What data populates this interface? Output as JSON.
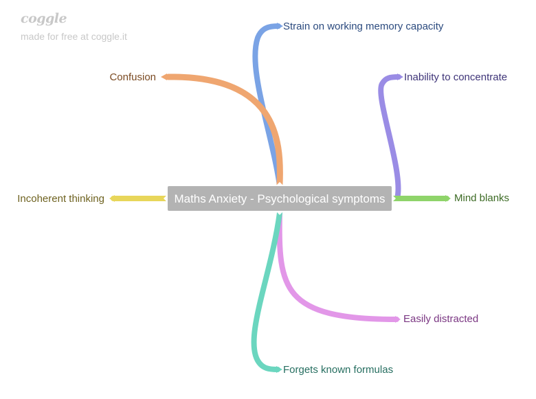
{
  "watermark": {
    "logo": "coggle",
    "tagline": "made for free at coggle.it",
    "color": "#c8c8c8"
  },
  "root": {
    "label": "Maths Anxiety - Psychological symptoms",
    "background": "#b3b3b3",
    "text_color": "#ffffff"
  },
  "branches": [
    {
      "id": "strain",
      "label": "Strain on working memory capacity",
      "color": "#7aa3e5",
      "text_color": "#2b4a7e"
    },
    {
      "id": "confusion",
      "label": "Confusion",
      "color": "#efa670",
      "text_color": "#7a4a22"
    },
    {
      "id": "inability",
      "label": "Inability to concentrate",
      "color": "#9a8ce5",
      "text_color": "#3e3478"
    },
    {
      "id": "incoherent",
      "label": "Incoherent thinking",
      "color": "#e8d65a",
      "text_color": "#6e6220"
    },
    {
      "id": "mindblanks",
      "label": "Mind blanks",
      "color": "#8fd46a",
      "text_color": "#3c6a24"
    },
    {
      "id": "distracted",
      "label": "Easily distracted",
      "color": "#e297e8",
      "text_color": "#7a3682"
    },
    {
      "id": "formulas",
      "label": "Forgets known formulas",
      "color": "#6bd6bf",
      "text_color": "#266e60"
    }
  ]
}
